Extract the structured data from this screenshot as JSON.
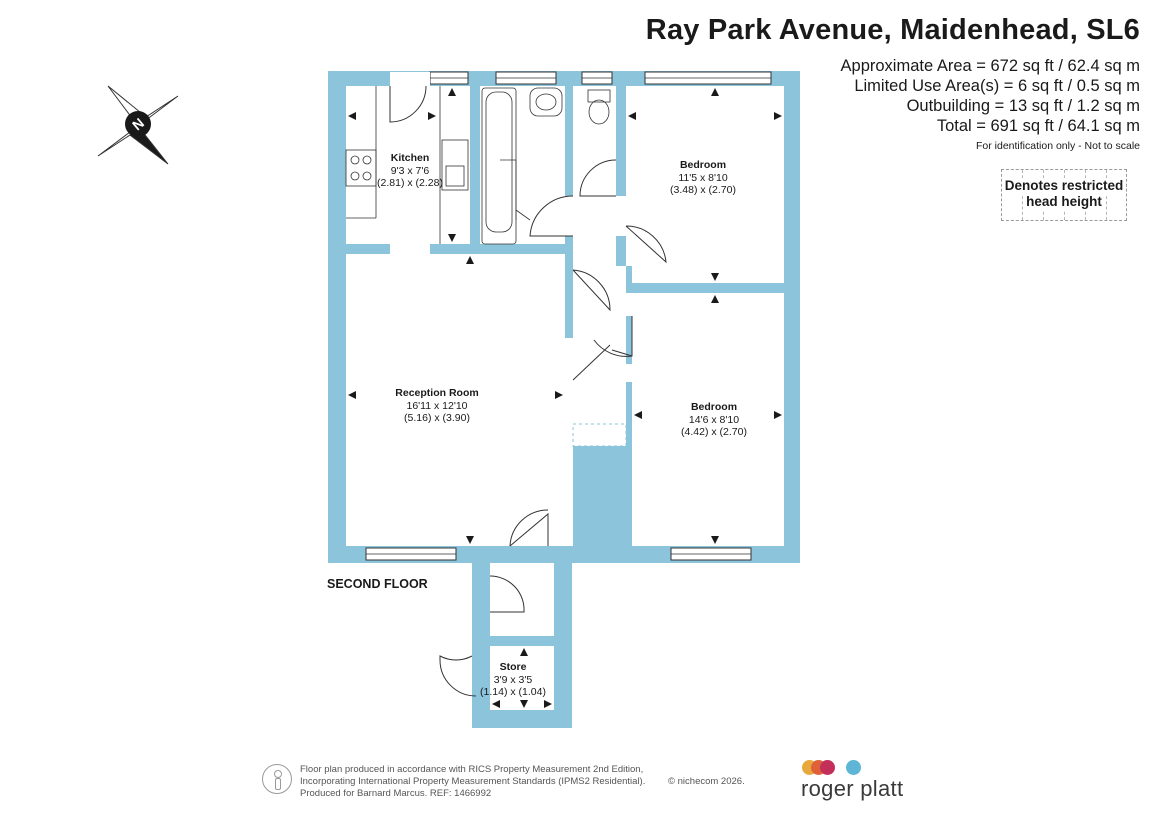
{
  "header": {
    "title": "Ray Park Avenue, Maidenhead, SL6",
    "areas": [
      "Approximate Area = 672 sq ft / 62.4 sq m",
      "Limited Use Area(s) = 6 sq ft / 0.5 sq m",
      "Outbuilding = 13 sq ft / 1.2 sq m",
      "Total = 691 sq ft / 64.1 sq m"
    ],
    "note": "For identification only - Not to scale"
  },
  "legend": {
    "line1": "Denotes restricted",
    "line2": "head height"
  },
  "compass": {
    "label": "N"
  },
  "floor_label": "SECOND FLOOR",
  "rooms": {
    "kitchen": {
      "name": "Kitchen",
      "imperial": "9'3 x 7'6",
      "metric": "(2.81) x (2.28)"
    },
    "bedroom1": {
      "name": "Bedroom",
      "imperial": "11'5 x 8'10",
      "metric": "(3.48) x (2.70)"
    },
    "reception": {
      "name": "Reception Room",
      "imperial": "16'11 x 12'10",
      "metric": "(5.16) x (3.90)"
    },
    "bedroom2": {
      "name": "Bedroom",
      "imperial": "14'6 x 8'10",
      "metric": "(4.42) x (2.70)"
    },
    "store": {
      "name": "Store",
      "imperial": "3'9 x 3'5",
      "metric": "(1.14) x (1.04)"
    }
  },
  "footer": {
    "line1": "Floor plan produced in accordance with RICS Property Measurement 2nd Edition,",
    "line2": "Incorporating International Property Measurement Standards (IPMS2 Residential).",
    "copyright": "© nichecom 2026.",
    "line3": "Produced for Barnard Marcus.   REF:  1466992"
  },
  "brand": {
    "name": "roger platt",
    "dot_colors": [
      "#e8a93c",
      "#e0603a",
      "#c2305a",
      "#5fb5d6"
    ]
  },
  "colors": {
    "wall": "#8cc4dc",
    "ink": "#1a1a1a"
  }
}
